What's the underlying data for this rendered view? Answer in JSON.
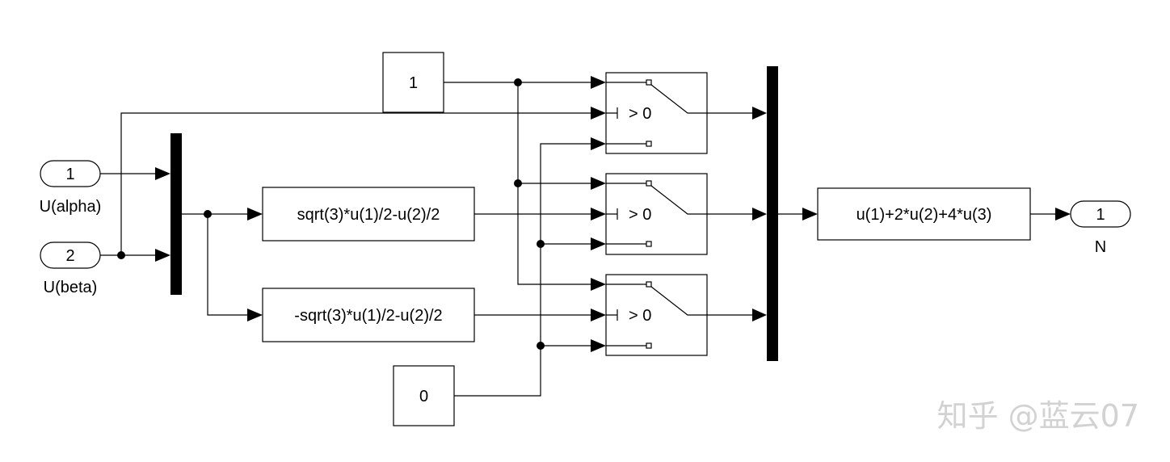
{
  "inports": [
    {
      "port_number": "1",
      "signal_name": "U(alpha)"
    },
    {
      "port_number": "2",
      "signal_name": "U(beta)"
    }
  ],
  "outport": {
    "port_number": "1",
    "signal_name": "N"
  },
  "constants": {
    "one": "1",
    "zero": "0"
  },
  "fcn_blocks": {
    "phase_b": "sqrt(3)*u(1)/2-u(2)/2",
    "phase_c": "-sqrt(3)*u(1)/2-u(2)/2",
    "sector": "u(1)+2*u(2)+4*u(3)"
  },
  "switches": [
    {
      "threshold_label": "> 0"
    },
    {
      "threshold_label": "> 0"
    },
    {
      "threshold_label": "> 0"
    }
  ],
  "watermark": "知乎 @蓝云07"
}
